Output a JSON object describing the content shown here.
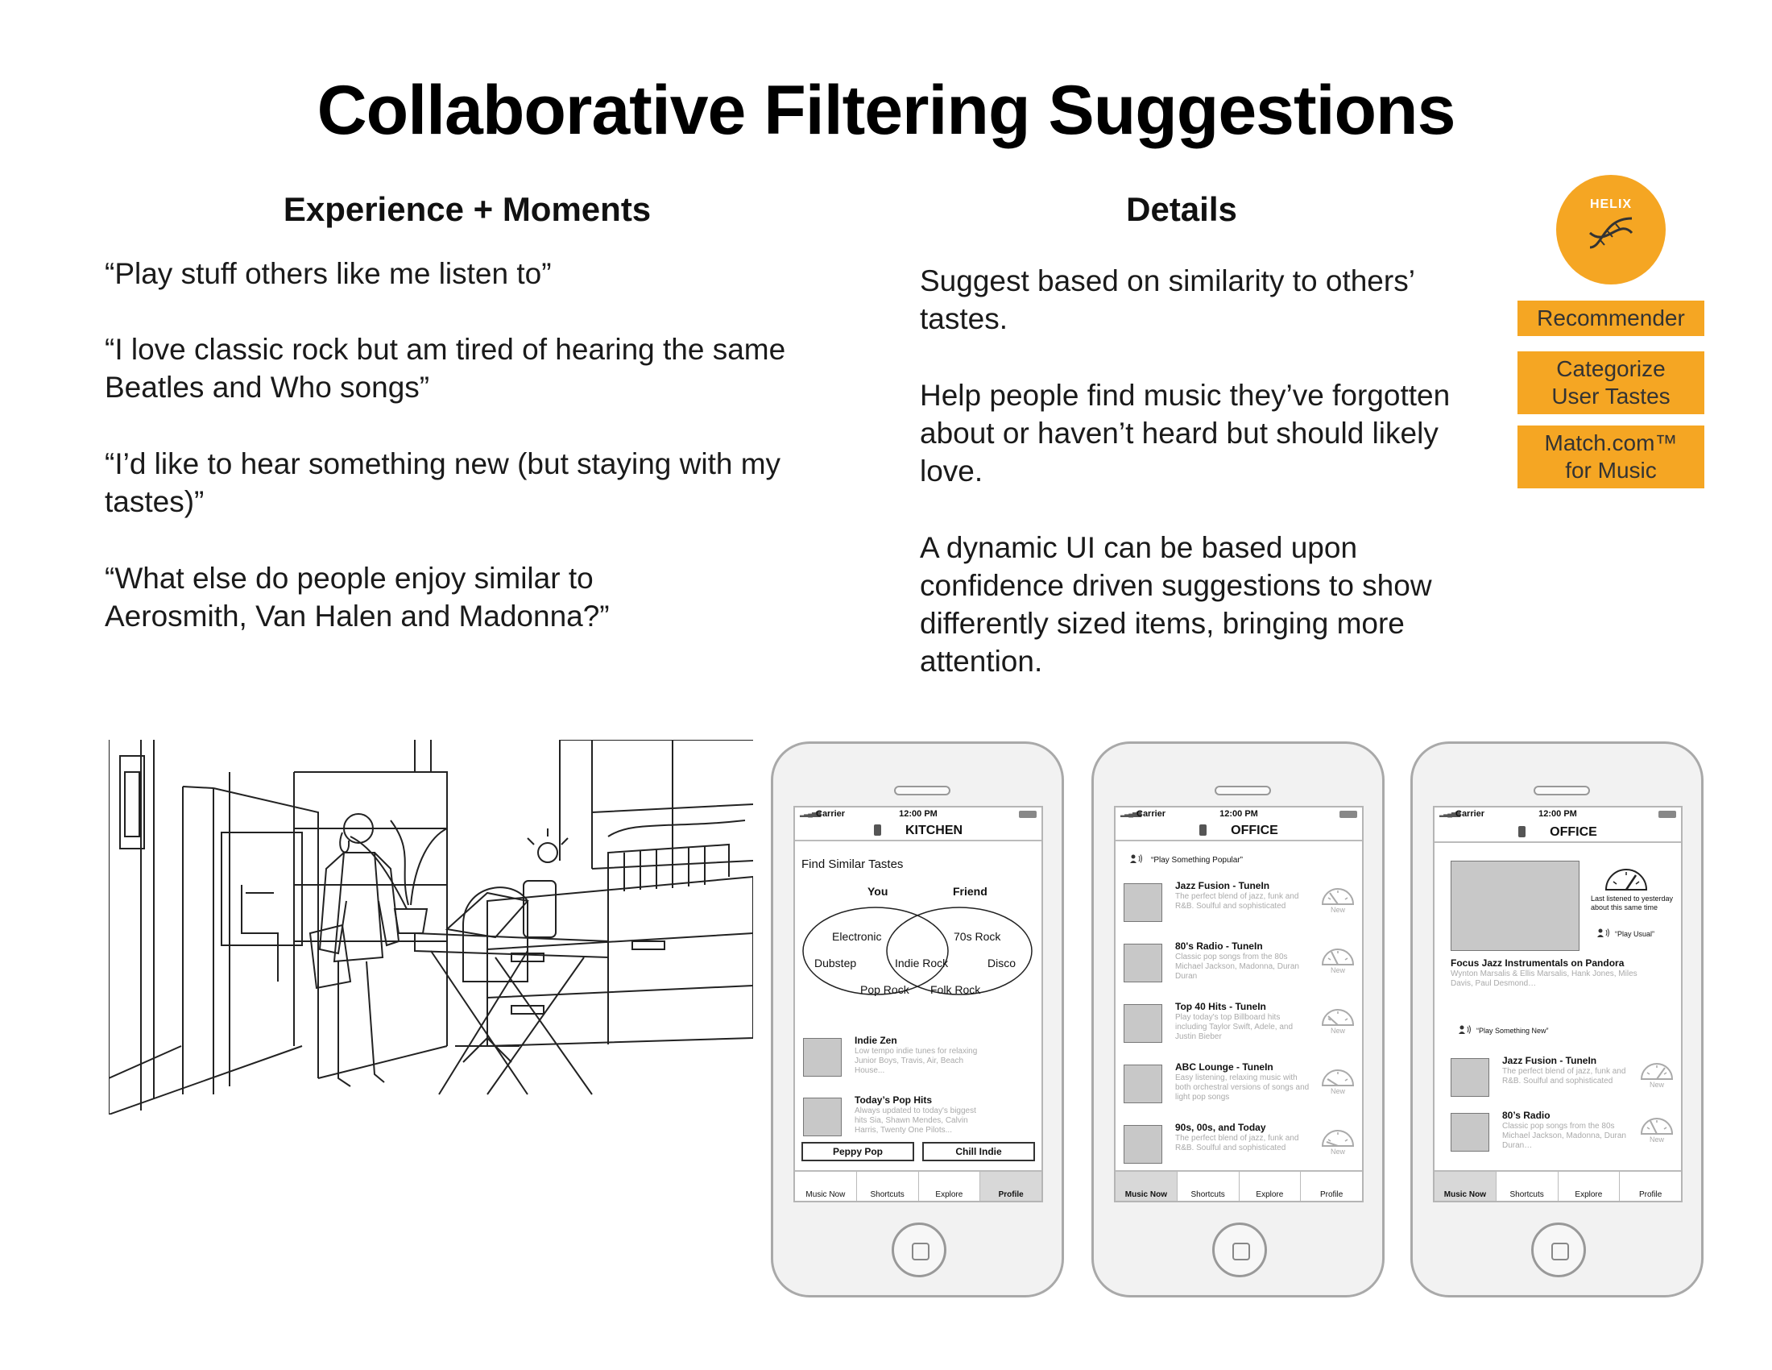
{
  "page": {
    "title": "Collaborative Filtering Suggestions",
    "left_heading": "Experience + Moments",
    "right_heading": "Details",
    "quotes": [
      "“Play stuff others like me listen to”",
      "“I love classic rock but am tired of hearing the same Beatles and Who songs”",
      "“I’d like to hear something new (but staying with my tastes)”",
      "“What else do people enjoy similar to Aerosmith, Van Halen and Madonna?”"
    ],
    "details": [
      "Suggest based on similarity to others’ tastes.",
      "Help people find music they’ve forgotten about or haven’t heard but should likely love.",
      "A dynamic UI can be based upon confidence driven suggestions to show differently sized items, bringing more attention."
    ]
  },
  "badge": {
    "name": "HELIX",
    "tags": [
      "Recommender",
      "Categorize User Tastes",
      "Match.com™ for Music"
    ],
    "color": "#f5a623"
  },
  "status": {
    "carrier": "Carrier",
    "time": "12:00 PM"
  },
  "tabs": [
    "Music Now",
    "Shortcuts",
    "Explore",
    "Profile"
  ],
  "phone1": {
    "room": "KITCHEN",
    "heading": "Find Similar Tastes",
    "venn": {
      "left_title": "You",
      "right_title": "Friend",
      "left_only": [
        "Electronic",
        "Dubstep"
      ],
      "overlap": [
        "Indie Rock",
        "Pop Rock"
      ],
      "right_only": [
        "70s Rock",
        "Disco",
        "Folk Rock"
      ]
    },
    "items": [
      {
        "title": "Indie Zen",
        "desc": "Low tempo indie tunes for relaxing Junior Boys, Travis, Air, Beach House..."
      },
      {
        "title": "Today’s Pop Hits",
        "desc": "Always updated to today's biggest hits Sia, Shawn Mendes, Calvin Harris, Twenty One Pilots..."
      }
    ],
    "chips": [
      "Peppy Pop",
      "Chill Indie"
    ],
    "active_tab": "Profile"
  },
  "phone2": {
    "room": "OFFICE",
    "command": "“Play Something Popular”",
    "new_label": "New",
    "items": [
      {
        "title": "Jazz Fusion - TuneIn",
        "desc": "The perfect blend of jazz, funk and R&B. Soulful and sophisticated"
      },
      {
        "title": "80's Radio - TuneIn",
        "desc": "Classic pop songs from the 80s Michael Jackson, Madonna, Duran Duran"
      },
      {
        "title": "Top 40 Hits - TuneIn",
        "desc": "Play today's top Billboard hits including Taylor Swift, Adele, and Justin Bieber"
      },
      {
        "title": "ABC Lounge - TuneIn",
        "desc": "Easy listening, relaxing music with both orchestral versions of songs and light pop songs"
      },
      {
        "title": "90s, 00s, and Today",
        "desc": "The perfect blend of jazz, funk and R&B. Soulful and sophisticated"
      }
    ],
    "active_tab": "Music Now"
  },
  "phone3": {
    "room": "OFFICE",
    "feature": {
      "note": "Last listened to yesterday about this same time",
      "command": "“Play Usual”",
      "title": "Focus Jazz Instrumentals on Pandora",
      "desc": "Wynton Marsalis & Ellis Marsalis, Hank Jones, Miles Davis, Paul Desmond…"
    },
    "command": "“Play Something New”",
    "new_label": "New",
    "items": [
      {
        "title": "Jazz Fusion - TuneIn",
        "desc": "The perfect blend of jazz, funk and R&B. Soulful and sophisticated"
      },
      {
        "title": "80’s Radio",
        "desc": "Classic pop songs from the 80s Michael Jackson, Madonna, Duran Duran…"
      }
    ],
    "active_tab": "Music Now"
  }
}
